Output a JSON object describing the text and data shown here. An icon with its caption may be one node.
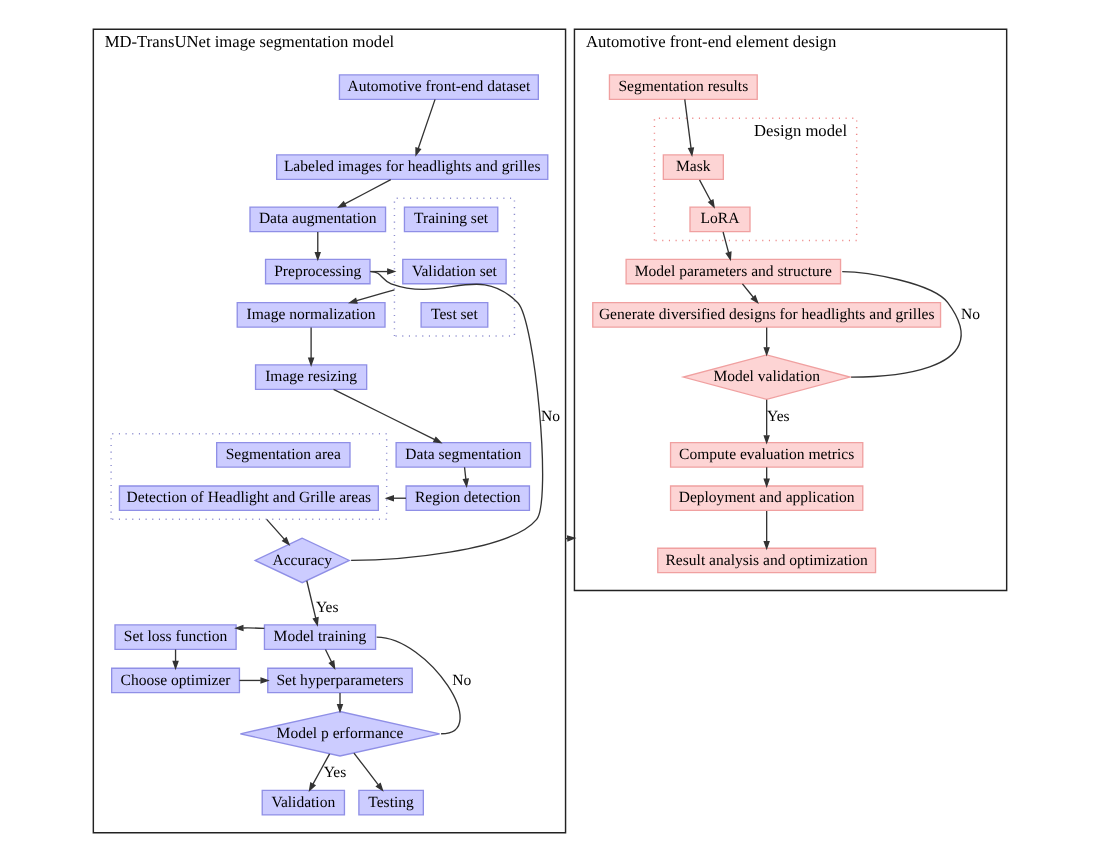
{
  "diagram": {
    "nodes": [
      {
        "text": [
          "MD-TransUNet image segmentation model"
        ]
      },
      {
        "text": [
          "Automotive front-end dataset"
        ],
        "in": 0
      },
      {
        "text": [
          "Labeled images for headlights and grilles"
        ],
        "in": 0
      },
      {
        "text": [
          "Data augmentation"
        ],
        "in": 0
      },
      {
        "text": [],
        "shape": "box",
        "in": 0
      },
      {
        "text": [
          "Training set"
        ],
        "in": 4
      },
      {
        "text": [
          "Validation set"
        ],
        "in": 4
      },
      {
        "text": [
          "Test set"
        ],
        "in": 4
      },
      {
        "text": [
          "Preprocessing"
        ],
        "in": 0
      },
      {
        "text": [
          "Image normalization"
        ],
        "in": 0
      },
      {
        "text": [
          "Image resizing"
        ],
        "in": 0
      },
      {
        "text": [
          "Data segmentation"
        ],
        "in": 0
      },
      {
        "text": [],
        "shape": "box",
        "in": 0
      },
      {
        "text": [
          "Segmentation area"
        ],
        "in": 12
      },
      {
        "text": [
          "Detection of Headlight and Grille areas"
        ],
        "in": 12
      },
      {
        "text": [
          "Region detection"
        ],
        "in": 0
      },
      {
        "text": [
          "Accuracy"
        ],
        "in": 0
      },
      {
        "text": [
          "Set loss function"
        ],
        "in": 0
      },
      {
        "text": [
          "Model training"
        ],
        "in": 0
      },
      {
        "text": [
          "Choose optimizer"
        ],
        "in": 0
      },
      {
        "text": [
          "Set hyperparameters"
        ],
        "in": 0
      },
      {
        "text": [
          "Model p erformance"
        ],
        "in": 0
      },
      {
        "text": [
          "Validation"
        ],
        "in": 0
      },
      {
        "text": [
          "Testing"
        ],
        "in": 0
      },
      {
        "text": [
          "Automotive front-end element design"
        ]
      },
      {
        "text": [
          "Segmentation results"
        ],
        "in": 24
      },
      {
        "text": [
          "Design model"
        ],
        "in": 24
      },
      {
        "text": [
          "Mask"
        ],
        "in": 26
      },
      {
        "text": [
          "LoRA"
        ],
        "in": 26
      },
      {
        "text": [
          "Model parameters and structure"
        ],
        "in": 24
      },
      {
        "text": [
          "Generate diversified designs for headlights and grilles"
        ],
        "in": 24
      },
      {
        "text": [
          "Model validation"
        ],
        "in": 24
      },
      {
        "text": [
          "Compute evaluation metrics"
        ],
        "in": 24
      },
      {
        "text": [
          "Deployment and application"
        ],
        "in": 24
      },
      {
        "text": [
          "Result analysis and optimization"
        ],
        "in": 24
      }
    ],
    "edges": [
      {
        "from": 1,
        "to": 2,
        "arrow": "to"
      },
      {
        "from": 2,
        "to": 3,
        "arrow": "to"
      },
      {
        "from": 3,
        "to": 8,
        "arrow": "to"
      },
      {
        "from": 8,
        "to": 4,
        "arrow": "to"
      },
      {
        "from": 4,
        "to": 9,
        "arrow": "to"
      },
      {
        "from": 9,
        "to": 10,
        "arrow": "to"
      },
      {
        "from": 10,
        "to": 11,
        "arrow": "to"
      },
      {
        "from": 11,
        "to": 15,
        "arrow": "to"
      },
      {
        "from": 15,
        "to": 12,
        "arrow": "to"
      },
      {
        "from": 12,
        "to": 16,
        "arrow": "to"
      },
      {
        "from": 16,
        "to": 18,
        "arrow": "to",
        "label": "Yes"
      },
      {
        "from": 16,
        "to": 8,
        "arrow": "none",
        "label": "No"
      },
      {
        "from": 18,
        "to": 17,
        "arrow": "to"
      },
      {
        "from": 17,
        "to": 19,
        "arrow": "to"
      },
      {
        "from": 19,
        "to": 20,
        "arrow": "to"
      },
      {
        "from": 18,
        "to": 20,
        "arrow": "to"
      },
      {
        "from": 20,
        "to": 21,
        "arrow": "to"
      },
      {
        "from": 21,
        "to": 22,
        "arrow": "to",
        "label": "Yes"
      },
      {
        "from": 21,
        "to": 23,
        "arrow": "to"
      },
      {
        "from": 21,
        "to": 18,
        "arrow": "none",
        "label": "No"
      },
      {
        "from": 0,
        "to": 24,
        "arrow": "to"
      },
      {
        "from": 25,
        "to": 27,
        "arrow": "to"
      },
      {
        "from": 27,
        "to": 28,
        "arrow": "to"
      },
      {
        "from": 28,
        "to": 29,
        "arrow": "to"
      },
      {
        "from": 29,
        "to": 30,
        "arrow": "to"
      },
      {
        "from": 30,
        "to": 31,
        "arrow": "to"
      },
      {
        "from": 31,
        "to": 32,
        "arrow": "to",
        "label": "Yes"
      },
      {
        "from": 31,
        "to": 29,
        "arrow": "none",
        "label": "No"
      },
      {
        "from": 32,
        "to": 33,
        "arrow": "to"
      },
      {
        "from": 33,
        "to": 34,
        "arrow": "to"
      }
    ]
  }
}
